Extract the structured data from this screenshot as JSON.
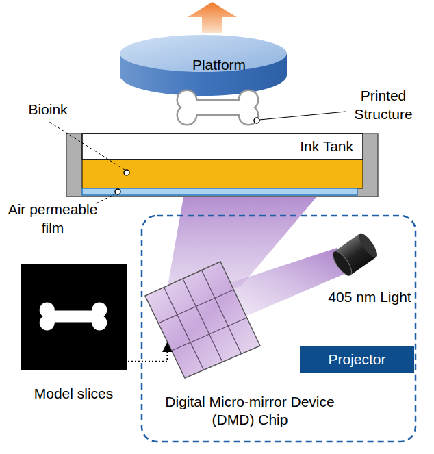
{
  "diagram": {
    "nodes": [
      {
        "text": [
          "Platform"
        ]
      },
      {
        "text": [
          "Ink Tank"
        ]
      },
      {
        "text": [
          "Model slices"
        ]
      },
      {
        "text": [
          "Digital Micro-mirror Device (DMD) Chip"
        ]
      },
      {
        "text": [
          "Projector"
        ]
      }
    ],
    "edges": [
      {
        "from": 2,
        "to": 3,
        "arrow": "to"
      }
    ],
    "labels": [
      "Printed Structure",
      "Bioink",
      "Air permeable film",
      "405 nm Light"
    ]
  }
}
